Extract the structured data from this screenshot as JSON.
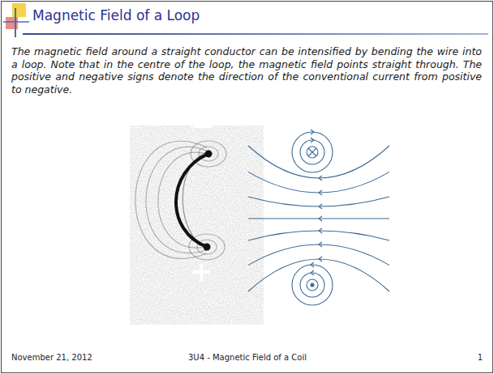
{
  "diagram": {
    "title": "Magnetic Field of a Loop",
    "labels": [
      "The magnetic field around a straight conductor can be intensified by bending the wire into a loop. Note that in the centre of the loop, the magnetic field points straight through. The positive and negative signs denote the direction of the conventional current from positive to negative.",
      "−",
      "+",
      "November 21, 2012",
      "3U4 - Magnetic Field of a Coil",
      "1"
    ]
  }
}
